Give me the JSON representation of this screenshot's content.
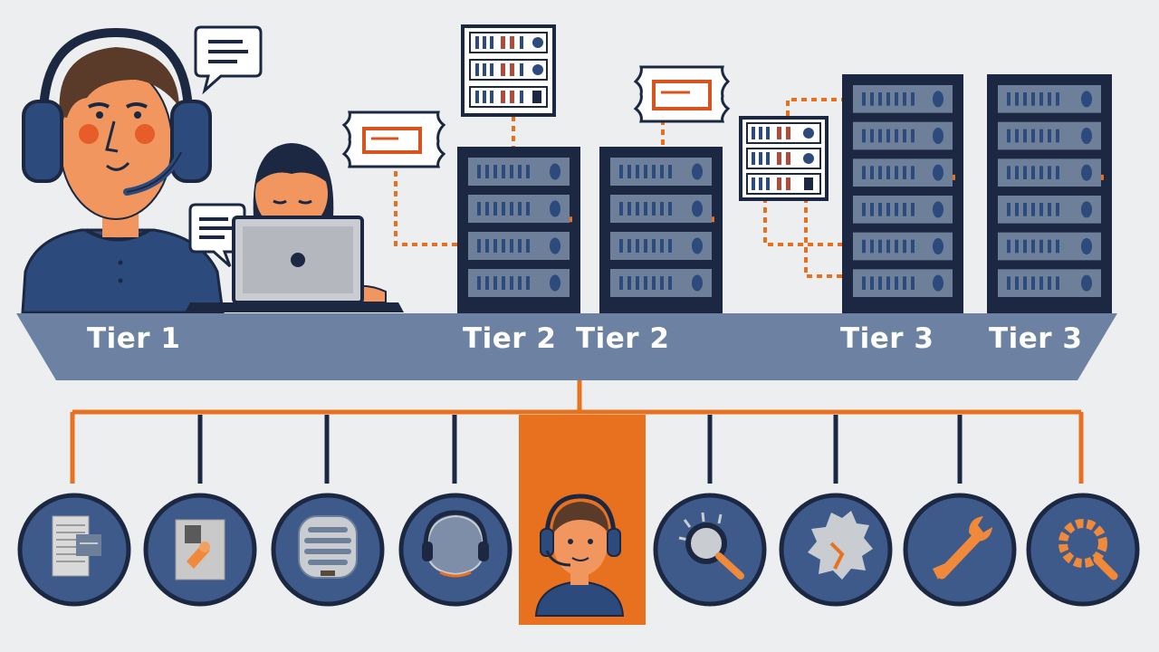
{
  "tiers": [
    {
      "label": "Tier 1"
    },
    {
      "label": "Tier 2"
    },
    {
      "label": "Tier 2"
    },
    {
      "label": "Tier 3"
    },
    {
      "label": "Tier 3"
    }
  ],
  "colors": {
    "background": "#eceeef",
    "navy": "#1c2841",
    "slate": "#6d82a3",
    "blue": "#3d5a8a",
    "orange": "#e8711f",
    "skin": "#f0965e"
  },
  "icons": [
    {
      "name": "document-icon"
    },
    {
      "name": "clipboard-tools-icon"
    },
    {
      "name": "server-icon"
    },
    {
      "name": "helmet-icon"
    },
    {
      "name": "support-agent-icon"
    },
    {
      "name": "magnifier-icon"
    },
    {
      "name": "gear-icon"
    },
    {
      "name": "wrench-icon"
    },
    {
      "name": "search-gear-icon"
    }
  ]
}
